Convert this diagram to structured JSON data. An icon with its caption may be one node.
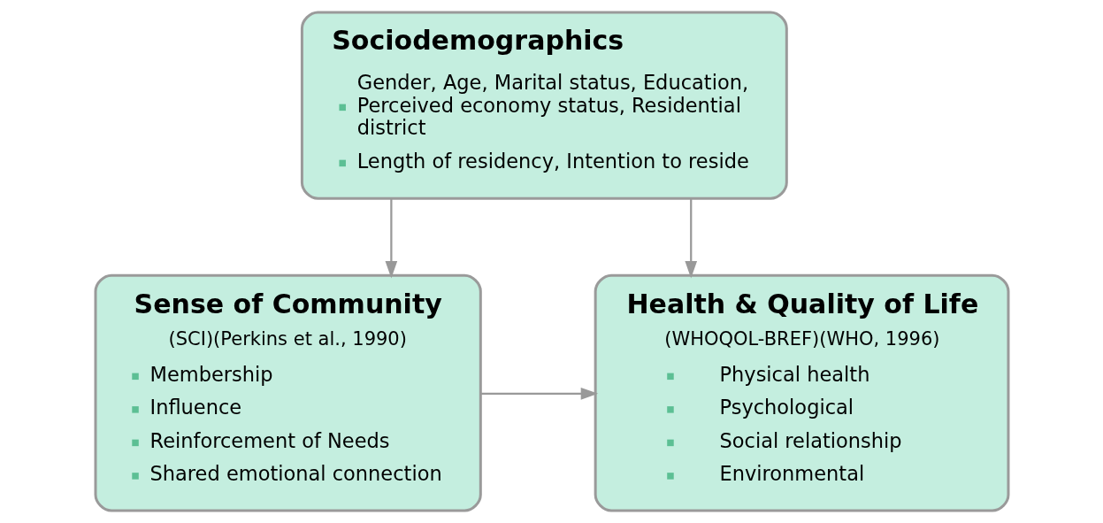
{
  "diagram": {
    "nodes": [
      {
        "text": [
          "Sociodemographics",
          "Gender, Age, Marital status, Education, Perceived economy status, Residential district",
          "Length of residency, Intention to reside"
        ]
      },
      {
        "text": [
          "Sense of Community",
          "(SCI)(Perkins et al., 1990)",
          "Membership",
          "Influence",
          "Reinforcement of Needs",
          "Shared emotional connection"
        ]
      },
      {
        "text": [
          "Health & Quality of Life",
          "(WHOQOL-BREF)(WHO, 1996)",
          "Physical health",
          "Psychological",
          "Social relationship",
          "Environmental"
        ]
      }
    ],
    "edges": [
      {
        "from": 0,
        "to": 1,
        "arrow": "to"
      },
      {
        "from": 0,
        "to": 2,
        "arrow": "to"
      },
      {
        "from": 1,
        "to": 2,
        "arrow": "to"
      }
    ]
  }
}
